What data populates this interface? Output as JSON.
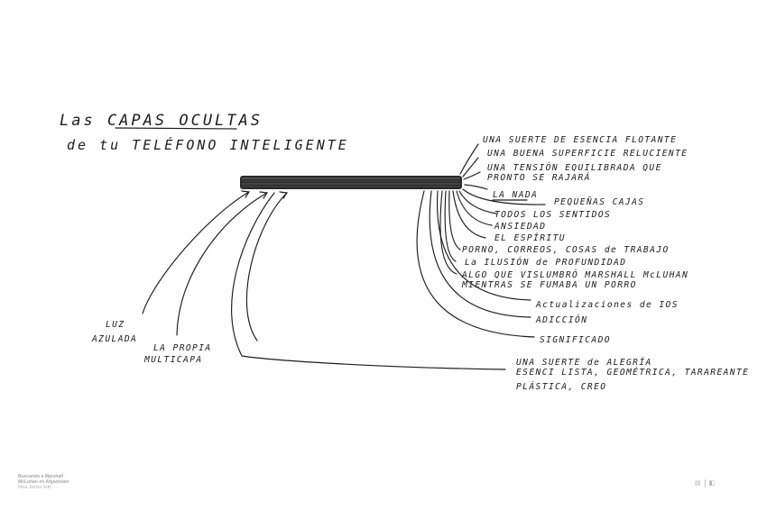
{
  "title": {
    "line1": "Las CAPAS OCULTAS",
    "line2": "de tu TELÉFONO INTELIGENTE"
  },
  "right_labels": [
    "UNA SUERTE DE ESENCIA FLOTANTE",
    "UNA BUENA SUPERFICIE RELUCIENTE",
    "UNA TENSIÓN EQUILIBRADA QUE",
    "PRONTO SE RAJARÁ",
    "LA NADA",
    "PEQUEÑAS CAJAS",
    "TODOS LOS SENTIDOS",
    "ANSIEDAD",
    "EL ESPÍRITU",
    "PORNO, CORREOS, COSAS de TRABAJO",
    "La ILUSIÓN de PROFUNDIDAD",
    "ALGO QUE VISLUMBRÓ MARSHALL McLUHAN",
    "MIENTRAS SE FUMABA UN PORRO",
    "Actualizaciones de IOS",
    "ADICCIÓN",
    "SIGNIFICADO",
    "UNA SUERTE de ALEGRÍA",
    "ESENCI LISTA, GEOMÉTRICA, TARAREANTE",
    "PLÁSTICA, CREO"
  ],
  "left_labels": {
    "luz": "LUZ",
    "azulada": "AZULADA",
    "propia": "LA PROPIA",
    "multicapa": "MULTICAPA"
  },
  "footer": {
    "line1": "Buscando a Marshall",
    "line2": "McLuhan en Afganistán",
    "line3": "Nina Jalmer Edit"
  },
  "icons": [
    "book-icon",
    "publisher-logo-icon"
  ]
}
